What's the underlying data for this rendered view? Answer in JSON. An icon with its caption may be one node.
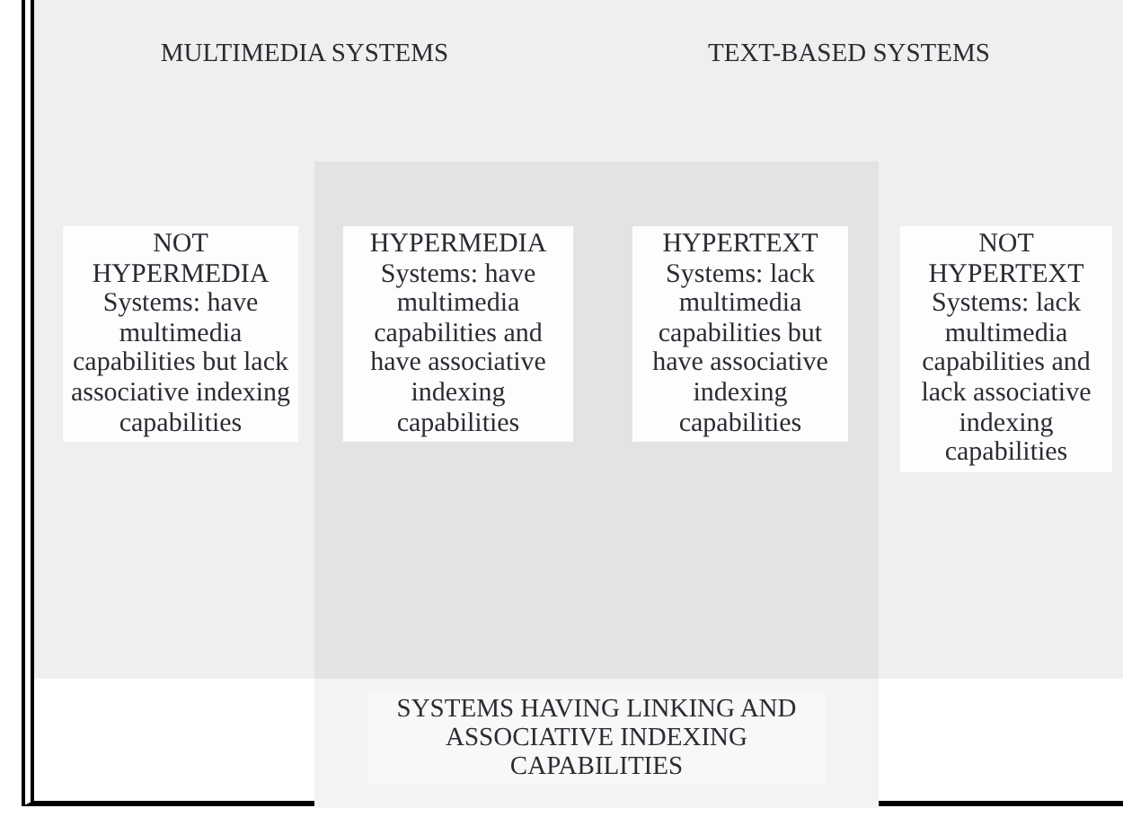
{
  "diagram": {
    "nodes": [
      {
        "text": [
          "MULTIMEDIA SYSTEMS"
        ]
      },
      {
        "text": [
          "TEXT-BASED SYSTEMS"
        ]
      },
      {
        "text": [
          "SYSTEMS HAVING LINKING AND ASSOCIATIVE INDEXING CAPABILITIES"
        ]
      },
      {
        "text": [
          "NOT HYPERMEDIA Systems: have multimedia capabilities but lack associative indexing capabilities"
        ],
        "in": 0
      },
      {
        "text": [
          "HYPERMEDIA Systems: have multimedia capabilities and have associative indexing capabilities"
        ]
      },
      {
        "text": [
          "HYPERTEXT Systems: lack multimedia capabilities but have associative indexing capabilities"
        ]
      },
      {
        "text": [
          "NOT HYPERTEXT Systems: lack multimedia capabilities and lack associative indexing capabilities"
        ],
        "in": 1
      }
    ],
    "edges": []
  }
}
